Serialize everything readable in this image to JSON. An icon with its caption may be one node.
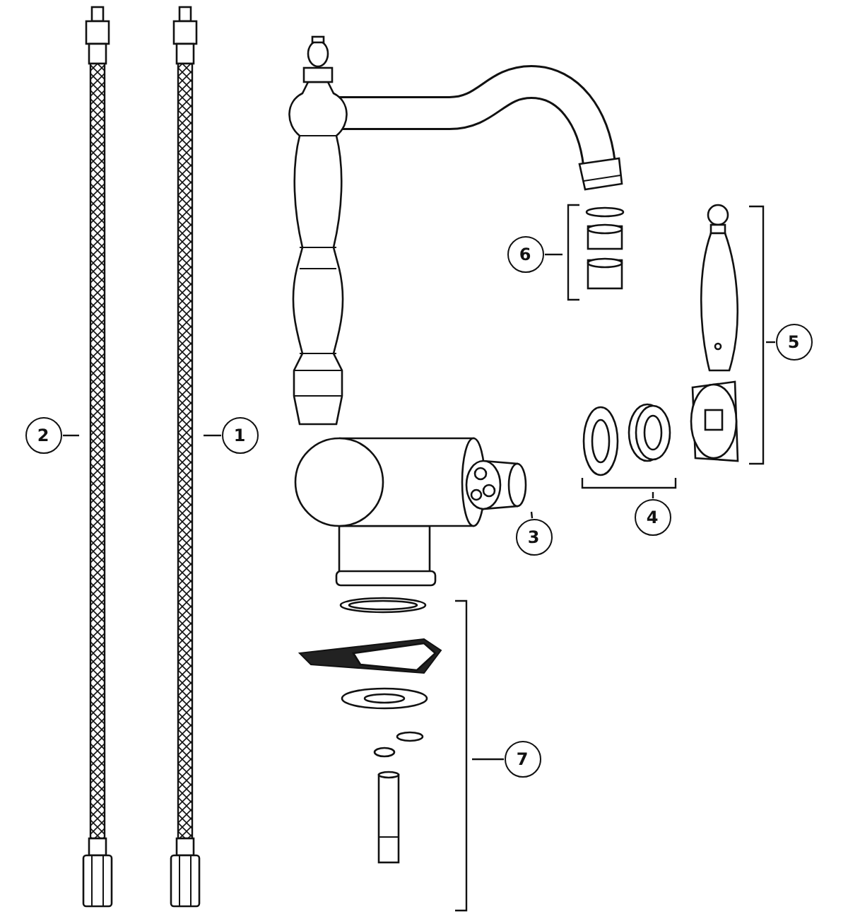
{
  "diagram": {
    "nodes": [
      {
        "text": [
          "6"
        ]
      },
      {
        "text": [
          "5"
        ]
      },
      {
        "text": [
          "2"
        ]
      },
      {
        "text": [
          "1"
        ]
      },
      {
        "text": [
          "3"
        ]
      },
      {
        "text": [
          "4"
        ]
      },
      {
        "text": [
          "7"
        ]
      },
      {
        "text": [],
        "shape": "picture"
      },
      {
        "text": [],
        "shape": "picture"
      },
      {
        "text": [],
        "shape": "picture"
      },
      {
        "text": [],
        "shape": "picture"
      },
      {
        "text": [],
        "shape": "picture"
      },
      {
        "text": [],
        "shape": "picture"
      },
      {
        "text": [],
        "shape": "picture"
      }
    ],
    "edges": [
      {
        "from": 2,
        "to": 7,
        "arrow": "none"
      },
      {
        "from": 3,
        "to": 8,
        "arrow": "none"
      },
      {
        "from": 4,
        "to": 9,
        "arrow": "none"
      },
      {
        "from": 5,
        "to": 10,
        "arrow": "none"
      },
      {
        "from": 1,
        "to": 11,
        "arrow": "none"
      },
      {
        "from": 0,
        "to": 12,
        "arrow": "none"
      },
      {
        "from": 6,
        "to": 13,
        "arrow": "none"
      }
    ]
  }
}
